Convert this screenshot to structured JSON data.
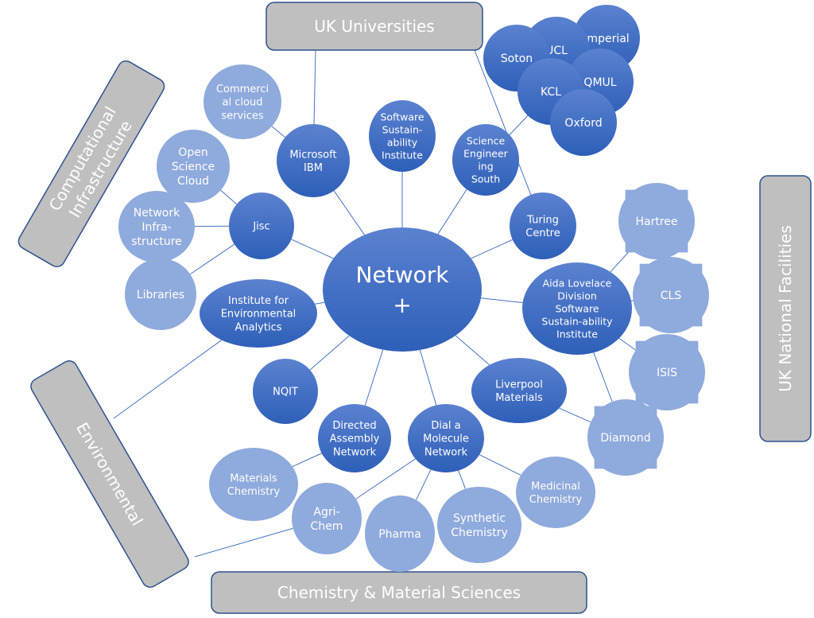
{
  "title": "Network+ ecosystem diagram",
  "colors": {
    "hub_dark_top": "#5b82d0",
    "hub_dark_bottom": "#2e5fb8",
    "leaf_light": "#8faadc",
    "edge": "#4472c4",
    "group_fill": "#bfbfbf",
    "group_border": "#2f528f",
    "text": "#ffffff"
  },
  "groups": [
    {
      "id": "uk-universities",
      "label": "UK Universities"
    },
    {
      "id": "computational-infrastructure",
      "label_lines": [
        "Computational",
        "Infrastructure"
      ]
    },
    {
      "id": "uk-national-facilities",
      "label": "UK National Facilities"
    },
    {
      "id": "environmental",
      "label": "Environmental"
    },
    {
      "id": "chemistry-material-sciences",
      "label": "Chemistry & Material Sciences"
    }
  ],
  "hub": {
    "id": "network-plus",
    "label_lines": [
      "Network",
      "+"
    ]
  },
  "nodes": [
    {
      "id": "microsoft-ibm",
      "style": "dark",
      "label_lines": [
        "Microsoft",
        "IBM"
      ]
    },
    {
      "id": "software-sustainability-institute",
      "style": "dark",
      "label_lines": [
        "Software",
        "Sustain-",
        "ability",
        "Institute"
      ]
    },
    {
      "id": "science-engineering-south",
      "style": "dark",
      "label_lines": [
        "Science",
        "Engineer",
        "ing",
        "South"
      ]
    },
    {
      "id": "turing-centre",
      "style": "dark",
      "label_lines": [
        "Turing",
        "Centre"
      ]
    },
    {
      "id": "aida-lovelace",
      "style": "dark",
      "label_lines": [
        "Aida Lovelace",
        "Division",
        "Software",
        "Sustain-ability",
        "Institute"
      ]
    },
    {
      "id": "liverpool-materials",
      "style": "dark",
      "label_lines": [
        "Liverpool",
        "Materials"
      ]
    },
    {
      "id": "dial-a-molecule",
      "style": "dark",
      "label_lines": [
        "Dial a",
        "Molecule",
        "Network"
      ]
    },
    {
      "id": "directed-assembly",
      "style": "dark",
      "label_lines": [
        "Directed",
        "Assembly",
        "Network"
      ]
    },
    {
      "id": "nqit",
      "style": "dark",
      "label_lines": [
        "NQIT"
      ]
    },
    {
      "id": "institute-environmental-analytics",
      "style": "dark",
      "label_lines": [
        "Institute for",
        "Environmental",
        "Analytics"
      ]
    },
    {
      "id": "jisc",
      "style": "dark",
      "label_lines": [
        "Jisc"
      ]
    },
    {
      "id": "commercial-cloud",
      "style": "light",
      "label_lines": [
        "Commerci",
        "al cloud",
        "services"
      ]
    },
    {
      "id": "open-science-cloud",
      "style": "light",
      "label_lines": [
        "Open",
        "Science",
        "Cloud"
      ]
    },
    {
      "id": "network-infrastructure",
      "style": "light",
      "label_lines": [
        "Network",
        "Infra-",
        "structure"
      ]
    },
    {
      "id": "libraries",
      "style": "light",
      "label_lines": [
        "Libraries"
      ]
    },
    {
      "id": "imperial",
      "style": "dark",
      "label_lines": [
        "Imperial"
      ]
    },
    {
      "id": "ucl",
      "style": "dark",
      "label_lines": [
        "UCL"
      ]
    },
    {
      "id": "soton",
      "style": "dark",
      "label_lines": [
        "Soton"
      ]
    },
    {
      "id": "qmul",
      "style": "dark",
      "label_lines": [
        "QMUL"
      ]
    },
    {
      "id": "kcl",
      "style": "dark",
      "label_lines": [
        "KCL"
      ]
    },
    {
      "id": "oxford",
      "style": "dark",
      "label_lines": [
        "Oxford"
      ]
    },
    {
      "id": "hartree",
      "style": "facility",
      "label_lines": [
        "Hartree"
      ]
    },
    {
      "id": "cls",
      "style": "facility",
      "label_lines": [
        "CLS"
      ]
    },
    {
      "id": "isis",
      "style": "facility",
      "label_lines": [
        "ISIS"
      ]
    },
    {
      "id": "diamond",
      "style": "facility",
      "label_lines": [
        "Diamond"
      ]
    },
    {
      "id": "materials-chemistry",
      "style": "light",
      "label_lines": [
        "Materials",
        "Chemistry"
      ]
    },
    {
      "id": "agri-chem",
      "style": "light",
      "label_lines": [
        "Agri-",
        "Chem"
      ]
    },
    {
      "id": "pharma",
      "style": "light",
      "label_lines": [
        "Pharma"
      ]
    },
    {
      "id": "synthetic-chemistry",
      "style": "light",
      "label_lines": [
        "Synthetic",
        "Chemistry"
      ]
    },
    {
      "id": "medicinal-chemistry",
      "style": "light",
      "label_lines": [
        "Medicinal",
        "Chemistry"
      ]
    }
  ],
  "edges": [
    [
      "network-plus",
      "microsoft-ibm"
    ],
    [
      "network-plus",
      "software-sustainability-institute"
    ],
    [
      "network-plus",
      "science-engineering-south"
    ],
    [
      "network-plus",
      "turing-centre"
    ],
    [
      "network-plus",
      "aida-lovelace"
    ],
    [
      "network-plus",
      "liverpool-materials"
    ],
    [
      "network-plus",
      "dial-a-molecule"
    ],
    [
      "network-plus",
      "directed-assembly"
    ],
    [
      "network-plus",
      "nqit"
    ],
    [
      "network-plus",
      "institute-environmental-analytics"
    ],
    [
      "network-plus",
      "jisc"
    ],
    [
      "microsoft-ibm",
      "commercial-cloud"
    ],
    [
      "microsoft-ibm",
      "uk-universities"
    ],
    [
      "jisc",
      "open-science-cloud"
    ],
    [
      "jisc",
      "network-infrastructure"
    ],
    [
      "jisc",
      "libraries"
    ],
    [
      "science-engineering-south",
      "kcl"
    ],
    [
      "turing-centre",
      "uk-universities"
    ],
    [
      "aida-lovelace",
      "hartree"
    ],
    [
      "aida-lovelace",
      "cls"
    ],
    [
      "aida-lovelace",
      "isis"
    ],
    [
      "aida-lovelace",
      "diamond"
    ],
    [
      "liverpool-materials",
      "diamond"
    ],
    [
      "directed-assembly",
      "materials-chemistry"
    ],
    [
      "dial-a-molecule",
      "agri-chem"
    ],
    [
      "dial-a-molecule",
      "pharma"
    ],
    [
      "dial-a-molecule",
      "synthetic-chemistry"
    ],
    [
      "dial-a-molecule",
      "medicinal-chemistry"
    ],
    [
      "institute-environmental-analytics",
      "environmental"
    ],
    [
      "agri-chem",
      "environmental"
    ]
  ]
}
